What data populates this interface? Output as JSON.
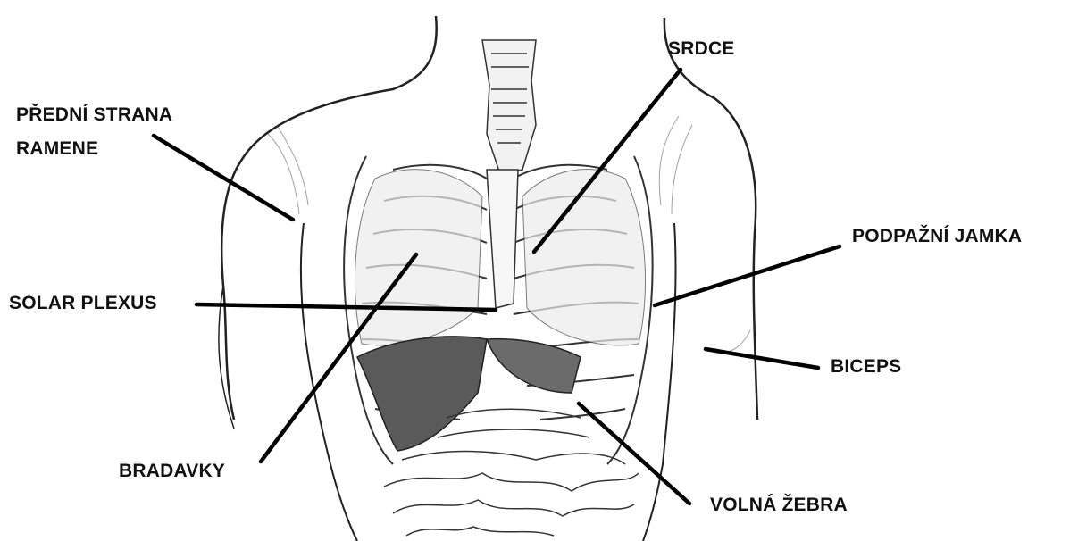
{
  "labels": {
    "front_shoulder_line1": "PŘEDNÍ STRANA",
    "front_shoulder_line2": "RAMENE",
    "heart": "SRDCE",
    "armpit": "PODPAŽNÍ JAMKA",
    "solar_plexus": "SOLAR PLEXUS",
    "biceps": "BICEPS",
    "nipples": "BRADAVKY",
    "floating_ribs": "VOLNÁ ŽEBRA"
  },
  "colors": {
    "background": "#ffffff",
    "ink": "#111111",
    "leader": "#000000",
    "fill_light": "#e9e9e9",
    "fill_dark": "#4a4a4a"
  }
}
